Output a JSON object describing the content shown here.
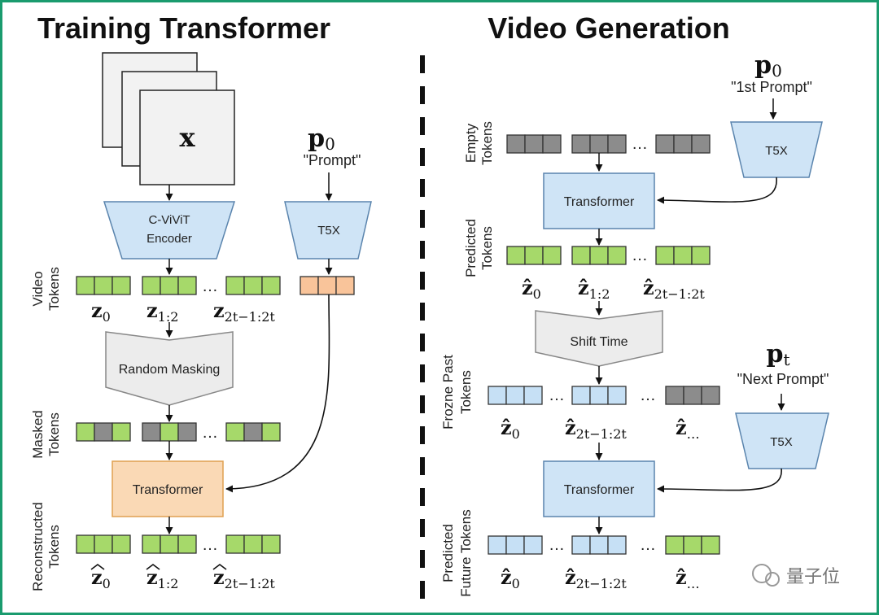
{
  "left_panel": {
    "title": "Training Transformer",
    "input_label": "x",
    "encoder_line1": "C-ViViT",
    "encoder_line2": "Encoder",
    "prompt_symbol": "p",
    "prompt_sub": "0",
    "prompt_text": "\"Prompt\"",
    "t5x": "T5X",
    "video_tokens_line1": "Video",
    "video_tokens_line2": "Tokens",
    "masking": "Random Masking",
    "masked_tokens_line1": "Masked",
    "masked_tokens_line2": "Tokens",
    "transformer": "Transformer",
    "recon_tokens_line1": "Reconstructed",
    "recon_tokens_line2": "Tokens",
    "ellipsis": "…",
    "z_main": "z",
    "sub_0": "0",
    "sub_1": "1:2",
    "sub_2": "2t−1:2t"
  },
  "right_panel": {
    "title": "Video Generation",
    "p0_symbol": "p",
    "p0_sub": "0",
    "p0_text": "\"1st Prompt\"",
    "t5x_1": "T5X",
    "empty_tokens_line1": "Empty",
    "empty_tokens_line2": "Tokens",
    "transformer_1": "Transformer",
    "predicted_tokens_line1": "Predicted",
    "predicted_tokens_line2": "Tokens",
    "shift_time": "Shift Time",
    "frozen_line1": "Frozne Past",
    "frozen_line2": "Tokens",
    "pt_symbol": "p",
    "pt_sub": "t",
    "pt_text": "\"Next Prompt\"",
    "t5x_2": "T5X",
    "transformer_2": "Transformer",
    "future_line1": "Predicted",
    "future_line2": "Future Tokens",
    "ellipsis": "…",
    "z_hat": "ẑ",
    "sub_0": "0",
    "sub_1": "1:2",
    "sub_2": "2t−1:2t",
    "sub_dots": "…"
  },
  "watermark": "量子位",
  "colors": {
    "green": "#a6d96a",
    "gray": "#8c8c8c",
    "blue": "#c6e0f5",
    "orange": "#f9c49a",
    "transformer_orange": "#fad9b5",
    "box_blue": "#cfe4f6",
    "masking_gray": "#ececec",
    "border_green": "#1a9b6e"
  }
}
